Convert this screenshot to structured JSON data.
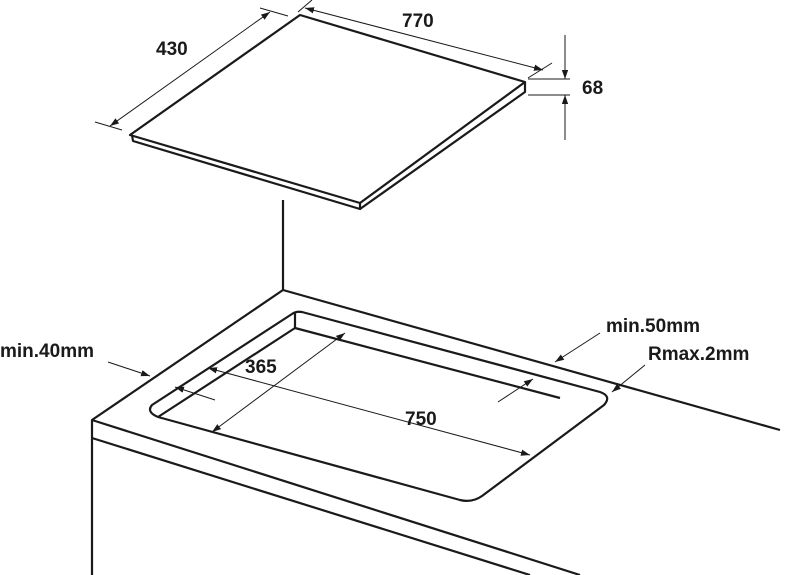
{
  "dimensions": {
    "hob_depth": "430",
    "hob_width": "770",
    "hob_height": "68",
    "cutout_depth": "365",
    "cutout_width": "750",
    "min_front_clearance": "min.40mm",
    "min_rear_clearance": "min.50mm",
    "corner_radius": "Rmax.2mm"
  }
}
